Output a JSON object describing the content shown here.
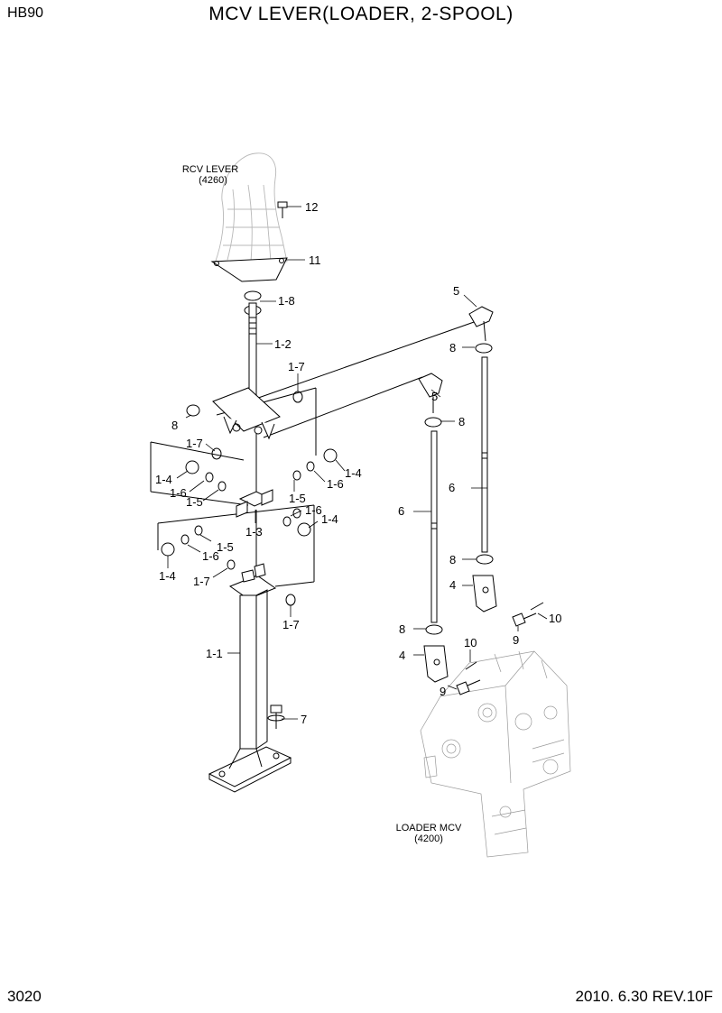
{
  "header": {
    "model": "HB90",
    "title": "MCV LEVER(LOADER, 2-SPOOL)"
  },
  "footer": {
    "page_number": "3020",
    "revision": "2010. 6.30  REV.10F"
  },
  "annotations": {
    "rcv_lever": {
      "name": "RCV LEVER",
      "ref": "(4260)"
    },
    "loader_mcv": {
      "name": "LOADER MCV",
      "ref": "(4200)"
    }
  },
  "callouts": [
    "12",
    "11",
    "1-8",
    "1-2",
    "1-7",
    "8",
    "1-7",
    "1-4",
    "1-6",
    "1-5",
    "1-4",
    "1-6",
    "1-5",
    "1-3",
    "1-6",
    "1-4",
    "1-5",
    "1-6",
    "1-4",
    "1-7",
    "1-7",
    "1-1",
    "7",
    "5",
    "8",
    "5",
    "8",
    "6",
    "6",
    "8",
    "4",
    "10",
    "9",
    "8",
    "4",
    "10",
    "9"
  ]
}
